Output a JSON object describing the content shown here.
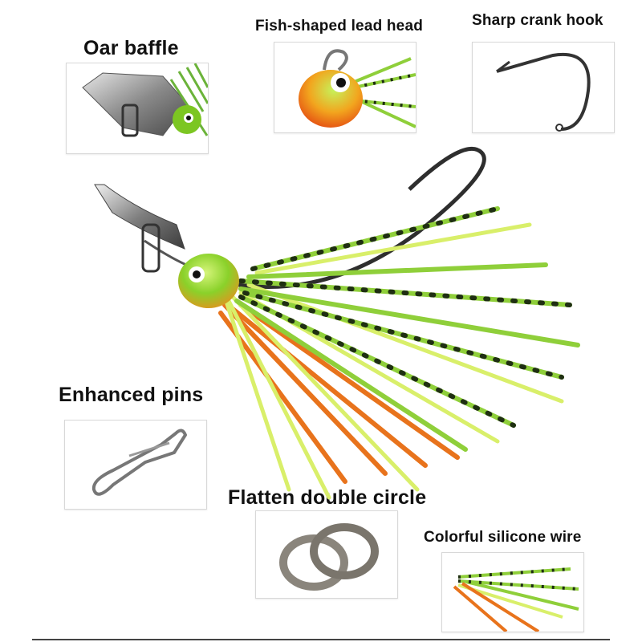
{
  "features": {
    "oar_baffle": "Oar baffle",
    "fish_head": "Fish-shaped lead head",
    "crank_hook": "Sharp crank hook",
    "pins": "Enhanced pins",
    "double_circle": "Flatten double circle",
    "silicone_wire": "Colorful silicone wire"
  },
  "icons": {
    "main": "spinnerbait-lure-image",
    "oar_baffle": "metal-blade-photo",
    "fish_head": "lead-head-photo",
    "crank_hook": "hook-photo",
    "pins": "snap-pin-photo",
    "double_circle": "split-ring-photo",
    "silicone_wire": "silicone-skirt-photo"
  },
  "colors": {
    "skirt_green": "#8fcf3a",
    "skirt_lime": "#d9ef6a",
    "skirt_orange": "#e8731c",
    "head_green": "#7cc622",
    "metal": "#9a9a9a"
  }
}
